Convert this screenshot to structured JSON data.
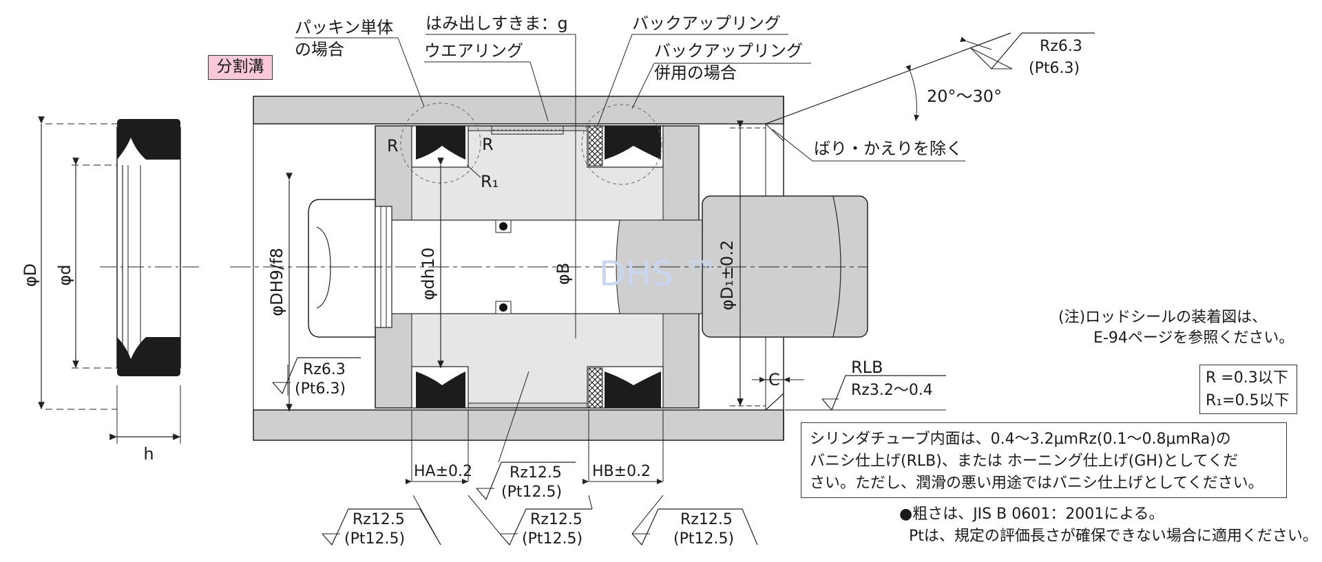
{
  "diagram": {
    "tag_split_groove": "分割溝",
    "labels": {
      "packing_alone_1": "パッキン単体",
      "packing_alone_2": "の場合",
      "extrusion_gap": "はみ出しすきま：g",
      "wear_ring": "ウエアリング",
      "backup_ring": "バックアップリング",
      "backup_combined_1": "バックアップリング",
      "backup_combined_2": "併用の場合",
      "angle": "20°～30°",
      "deburr": "ばり・かえりを除く",
      "R_left": "R",
      "R_right": "R",
      "R1": "R₁",
      "phiD": "φD",
      "phid": "φd",
      "h": "h",
      "phiDH": "φDH9/f8",
      "phidh": "φdh10",
      "phiB": "φB",
      "phiD1": "φD₁±0.2",
      "C": "C",
      "RLB": "RLB",
      "rlb_rough": "Rz3.2～0.4",
      "HA": "HA±0.2",
      "HB": "HB±0.2",
      "watermark": "DHS ™"
    },
    "roughness": {
      "top_right_1": "Rz6.3",
      "top_right_2": "(Pt6.3)",
      "left_mid_1": "Rz6.3",
      "left_mid_2": "(Pt6.3)",
      "center_1": "Rz12.5",
      "center_2": "(Pt12.5)",
      "bottom_a_1": "Rz12.5",
      "bottom_a_2": "(Pt12.5)",
      "bottom_b_1": "Rz12.5",
      "bottom_b_2": "(Pt12.5)",
      "bottom_c_1": "Rz12.5",
      "bottom_c_2": "(Pt12.5)"
    }
  },
  "notes": {
    "rod_note_1": "(注)ロッドシールの装着図は、",
    "rod_note_2": "E-94ページを参照ください。",
    "r_box_1": "R =0.3以下",
    "r_box_2": "R₁=0.5以下",
    "cylinder_1": "シリンダチューブ内面は、0.4～3.2μmRz(0.1～0.8μmRa)の",
    "cylinder_2": "バニシ仕上げ(RLB)、または ホーニング仕上げ(GH)としてくだ",
    "cylinder_3": "さい。ただし、潤滑の悪い用途ではバニシ仕上げとしてください。",
    "bottom_1": "●粗さは、JIS B 0601：2001による。",
    "bottom_2": "Ptは、規定の評価長さが確保できない場合に適用ください。"
  },
  "colors": {
    "body_gray": "#cfcfcf",
    "light_gray": "#e6e6e6",
    "seal_black": "#1c1c1c",
    "tag_pink": "#f9c9d8",
    "watermark": "#c8d6f0"
  }
}
